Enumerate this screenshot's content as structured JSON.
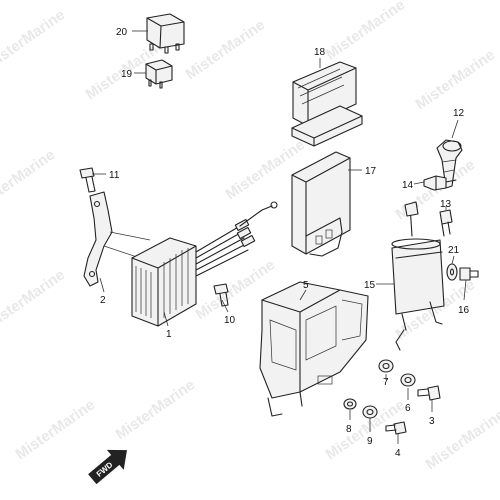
{
  "watermark": {
    "text": "MisterMarine"
  },
  "fwd_label": "FWD",
  "callouts": {
    "c1": "1",
    "c2": "2",
    "c3": "3",
    "c4": "4",
    "c5": "5",
    "c6": "6",
    "c7": "7",
    "c8": "8",
    "c9": "9",
    "c10": "10",
    "c11": "11",
    "c12": "12",
    "c13": "13",
    "c14": "14",
    "c15": "15",
    "c16": "16",
    "c17": "17",
    "c18": "18",
    "c19": "19",
    "c20": "20",
    "c21": "21"
  }
}
